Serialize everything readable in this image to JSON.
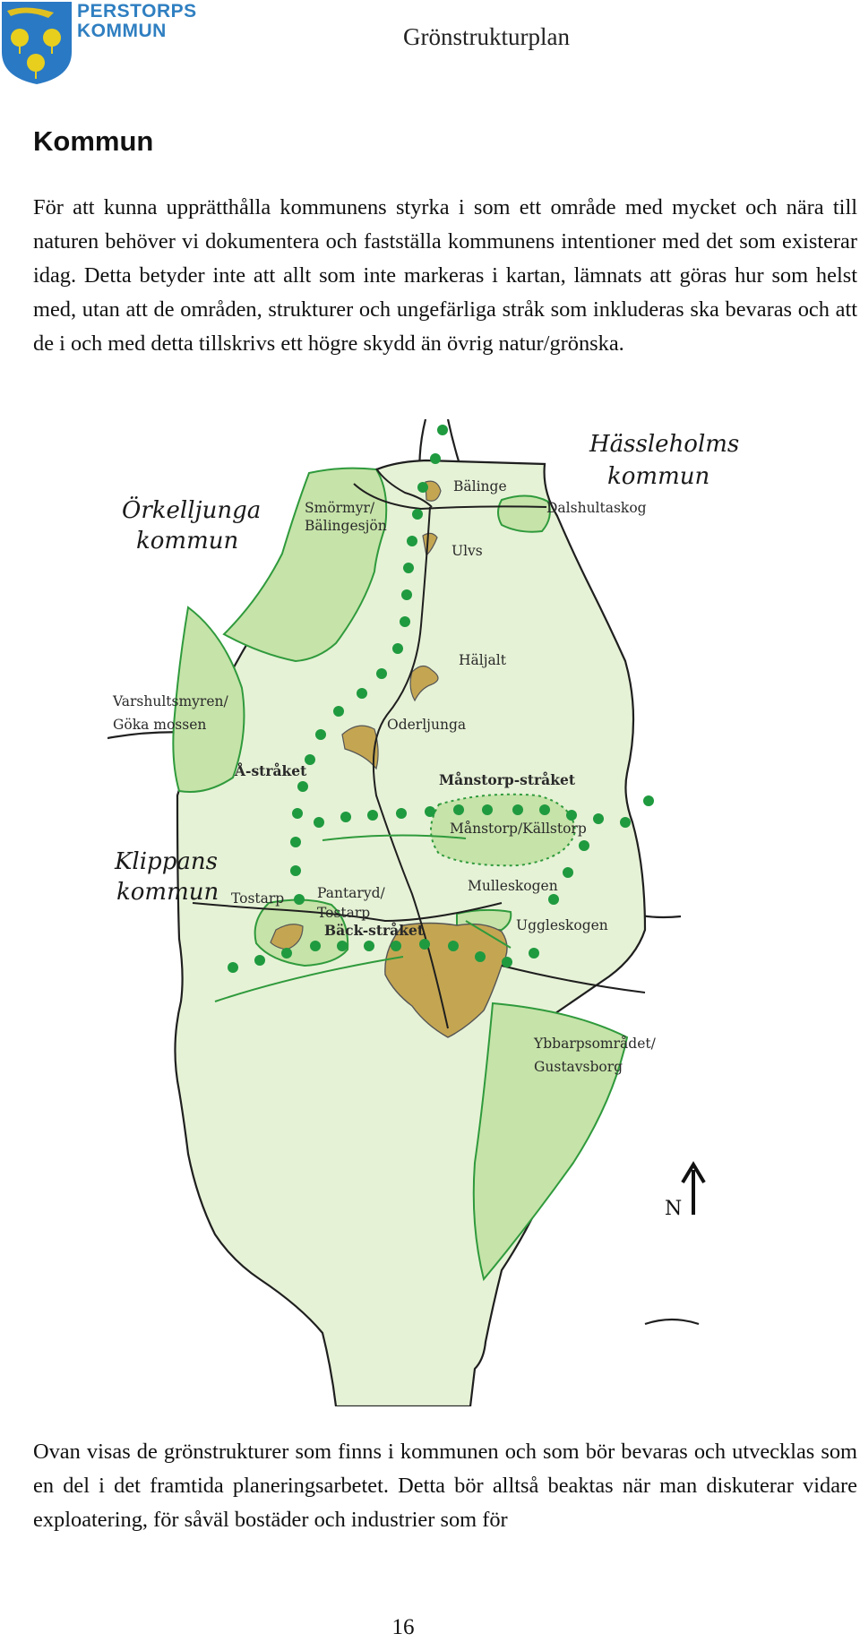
{
  "header": {
    "logo": {
      "line1": "PERSTORPS",
      "line2": "KOMMUN"
    },
    "title": "Grönstrukturplan"
  },
  "section": {
    "heading": "Kommun",
    "paragraph_1": "För att kunna upprätthålla kommunens styrka i som ett område med mycket och nära till naturen behöver vi dokumentera och fastställa kommunens intentioner med det som existerar idag. Detta betyder inte att allt som inte markeras i kartan, lämnats att göras hur som helst med, utan att de områden, strukturer och ungefärliga stråk som inkluderas ska bevaras och att de i och med detta tillskrivs ett högre skydd än övrig natur/grönska.",
    "paragraph_2": "Ovan visas de grönstrukturer som finns i kommunen och som bör bevaras och utvecklas som en del i det framtida planeringsarbetet. Detta bör alltså beaktas när man diskuterar vidare exploatering, för såväl bostäder och industrier som för"
  },
  "map": {
    "neighbours": {
      "orkelljunga_1": "Örkelljunga",
      "orkelljunga_2": "kommun",
      "hassleholm_1": "Hässleholms",
      "hassleholm_2": "kommun",
      "klippan_1": "Klippans",
      "klippan_2": "kommun"
    },
    "places": {
      "balinge": "Bälinge",
      "smormyr_1": "Smörmyr/",
      "smormyr_2": "Bälingesjön",
      "dalshultaskog": "Dalshultaskog",
      "ulvs": "Ulvs",
      "haljalt": "Häljalt",
      "varshult_1": "Varshultsmyren/",
      "varshult_2": "Göka mossen",
      "oderljunga": "Oderljunga",
      "a_straket": "Å-stråket",
      "manstorp_straket": "Månstorp-stråket",
      "manstorp_kallstorp": "Månstorp/Källstorp",
      "tostarp": "Tostarp",
      "pantaryd_1": "Pantaryd/",
      "pantaryd_2": "Tostarp",
      "back_straket": "Bäck-stråket",
      "mulleskogen": "Mulleskogen",
      "uggleskogen": "Uggleskogen",
      "ybbarp_1": "Ybbarpsområdet/",
      "ybbarp_2": "Gustavsborg"
    },
    "north_label": "N",
    "colors": {
      "land": "#e6f2d6",
      "green_area": "#c6e3a9",
      "corridor_dot": "#1f9a3f",
      "outline": "#1f1f1f",
      "green_edge": "#2f9a3c",
      "urban": "#c4a652"
    }
  },
  "footer": {
    "page_number": "16"
  }
}
